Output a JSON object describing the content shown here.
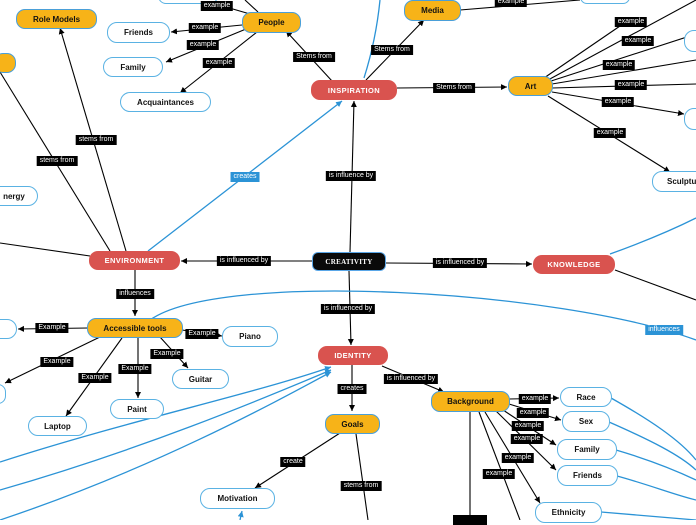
{
  "colors": {
    "central_fill": "#0a0a0a",
    "main_fill": "#d9534f",
    "sub_fill": "#f7b318",
    "leaf_border": "#5ab2e3",
    "link_black": "#000000",
    "link_blue": "#2b93d6"
  },
  "nodes": {
    "creativity": "CREATIVITY",
    "inspiration": "INSPIRATION",
    "environment": "ENVIRONMENT",
    "knowledge": "KNOWLEDGE",
    "identity": "IDENTITY",
    "people": "People",
    "role_models": "Role Models",
    "media": "Media",
    "art": "Art",
    "accessible_tools": "Accessible tools",
    "goals": "Goals",
    "background": "Background",
    "motivation": "Motivation",
    "friends_people": "Friends",
    "family_people": "Family",
    "acquaintances": "Acquaintances",
    "energy": "nergy",
    "sculpture": "Sculptu",
    "piano": "Piano",
    "guitar": "Guitar",
    "paint": "Paint",
    "laptop": "Laptop",
    "race": "Race",
    "sex": "Sex",
    "family_bg": "Family",
    "friends_bg": "Friends",
    "ethnicity": "Ethnicity"
  },
  "links": {
    "is_influence_by": "is influence by",
    "is_influenced_by_left": "is influenced by",
    "is_influenced_by_right": "is influenced by",
    "is_influenced_by_down": "is influenced by",
    "is_influenced_by_background": "is influenced by",
    "creates": "creates",
    "stems_from_people": "Stems from",
    "stems_from_media": "Stems from",
    "stems_from_art": "Stems from",
    "stems_from_role_models": "stems from",
    "stems_from_env": "stems from",
    "influences_tools": "influences",
    "influences_blue": "influences",
    "creates_goals": "creates",
    "create_motivation": "create",
    "stems_from_goals": "stems from",
    "example": "example",
    "example_cap": "Example"
  }
}
